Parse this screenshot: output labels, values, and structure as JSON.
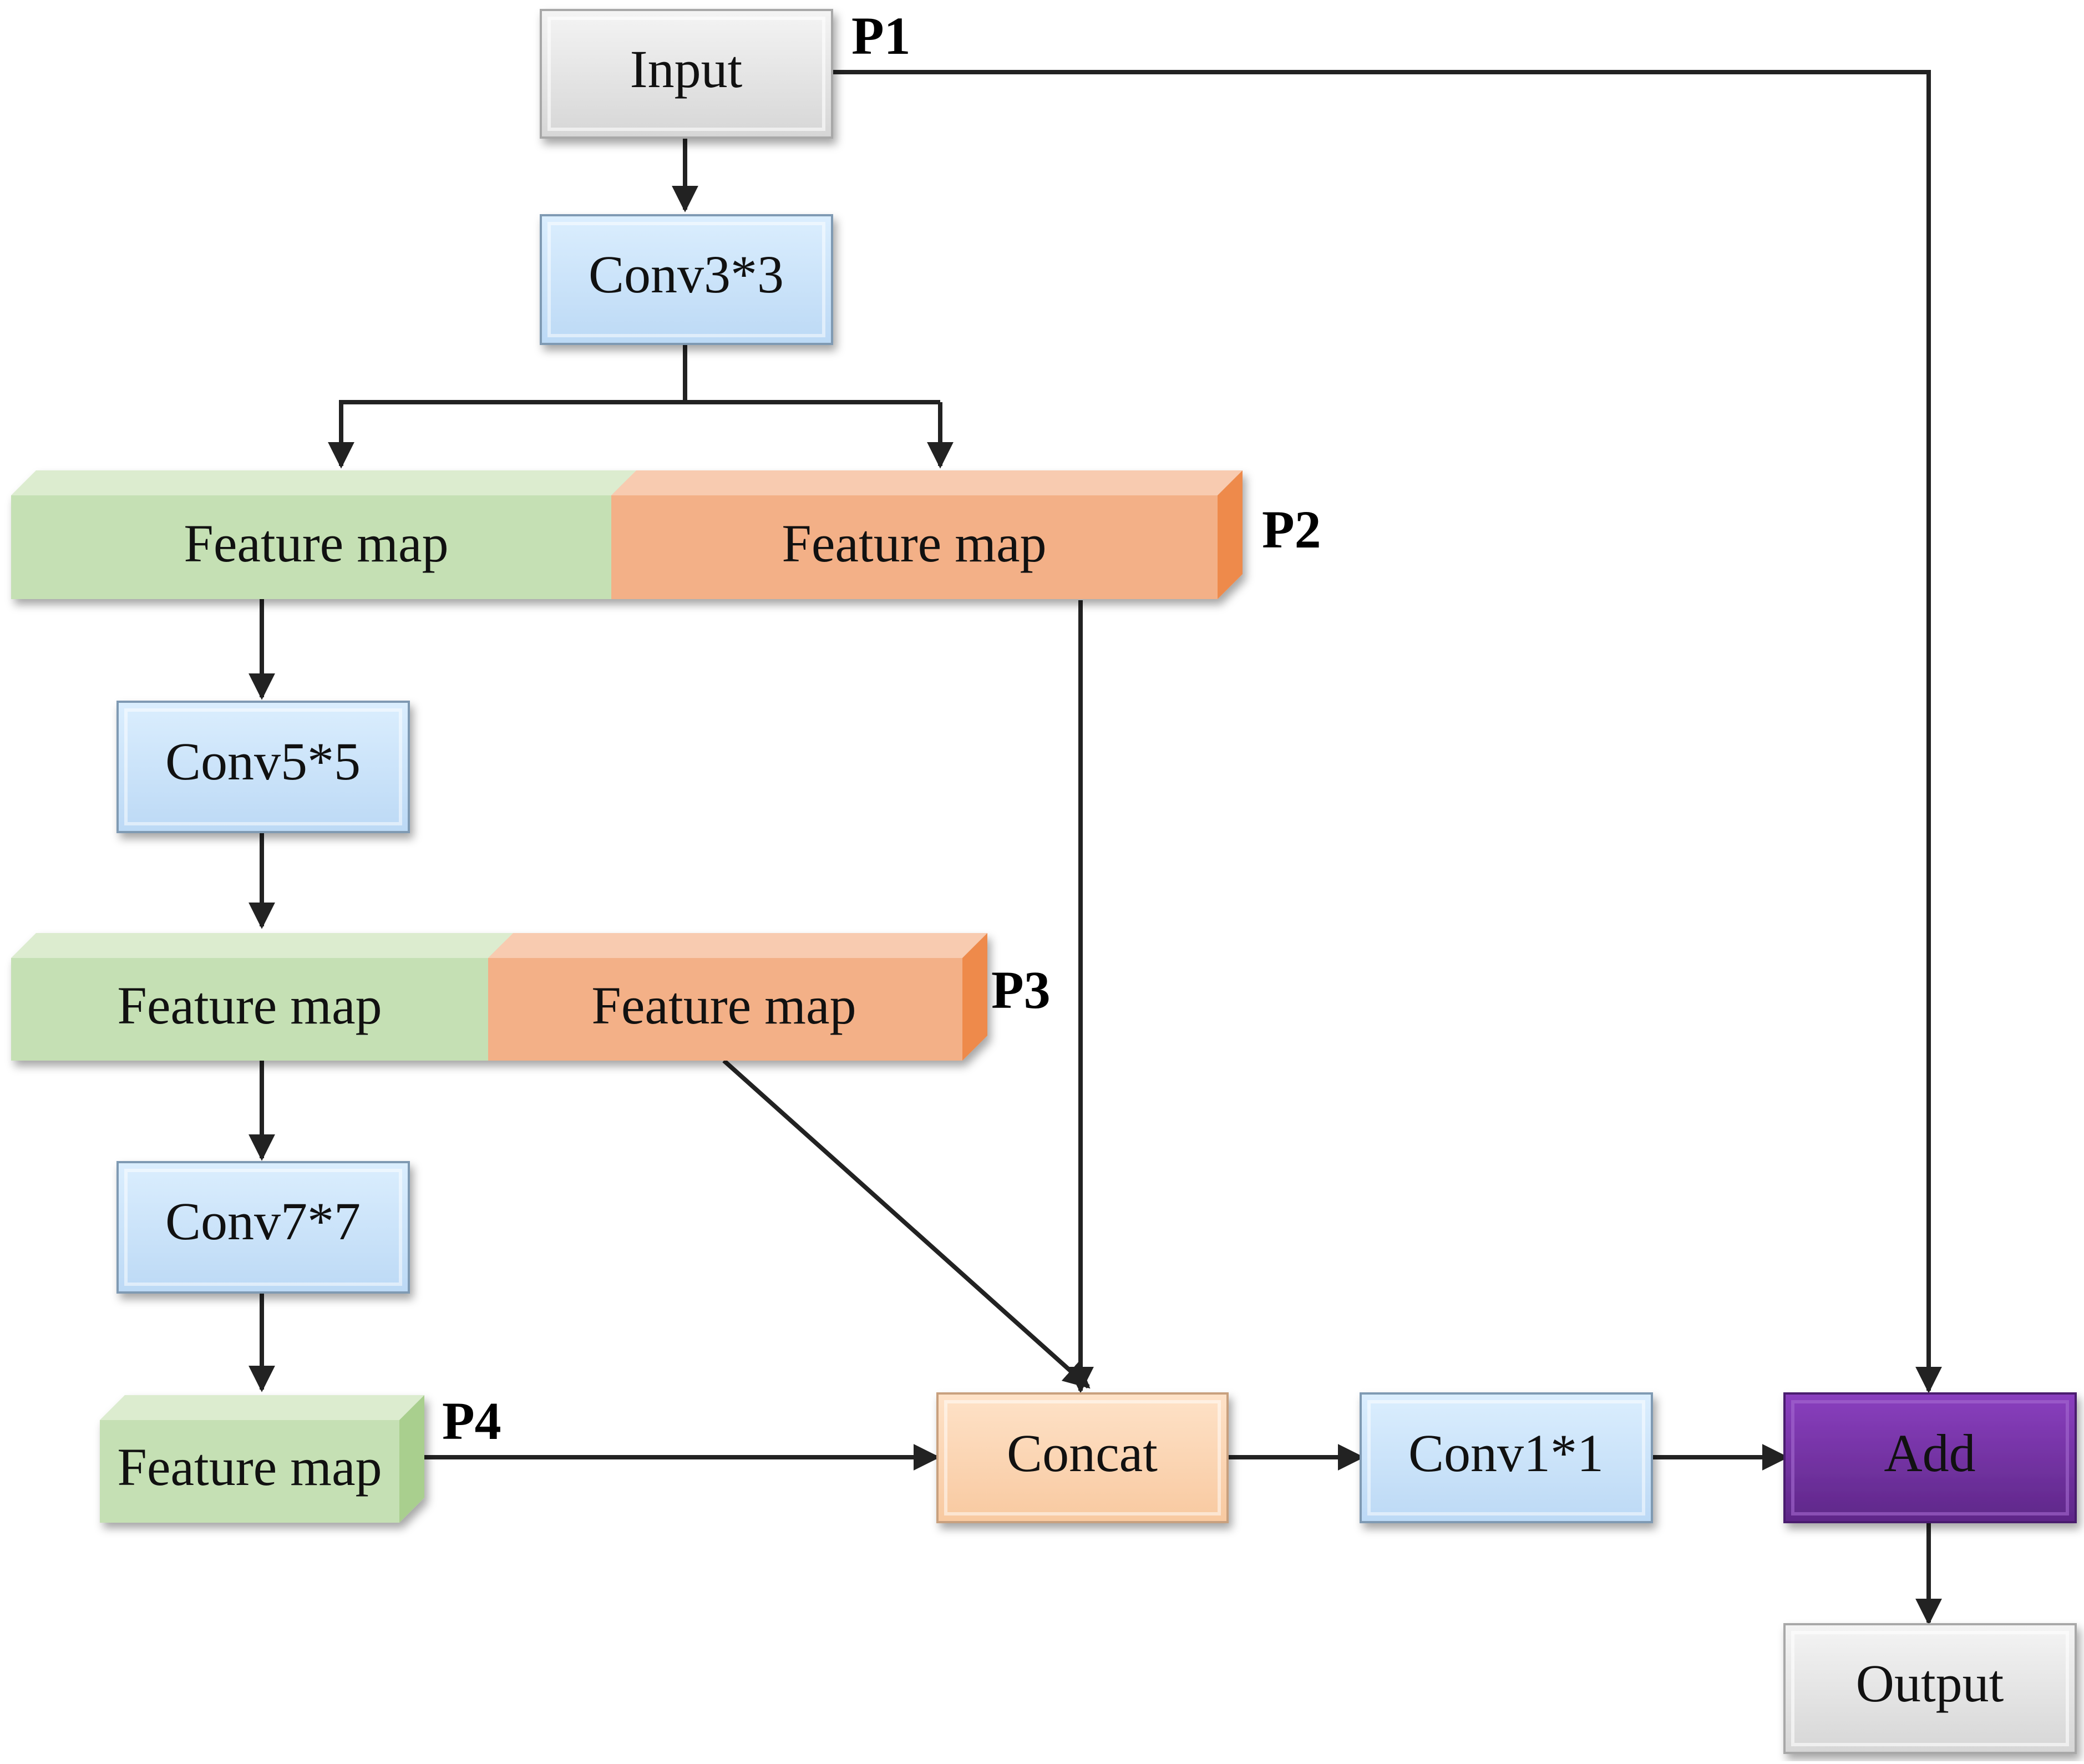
{
  "nodes": {
    "input": "Input",
    "conv33": "Conv3*3",
    "fm_p2_left": "Feature map",
    "fm_p2_right": "Feature map",
    "conv55": "Conv5*5",
    "fm_p3_left": "Feature map",
    "fm_p3_right": "Feature map",
    "conv77": "Conv7*7",
    "fm_p4": "Feature map",
    "concat": "Concat",
    "conv11": "Conv1*1",
    "add": "Add",
    "output": "Output"
  },
  "tags": {
    "p1": "P1",
    "p2": "P2",
    "p3": "P3",
    "p4": "P4"
  },
  "colors": {
    "gray": "#e2e2e2",
    "blue": "#cfe6fb",
    "green": "#c5e0b4",
    "orange": "#f3b087",
    "peach": "#fdd5b4",
    "purple": "#7030a0",
    "arrow": "#222222"
  }
}
